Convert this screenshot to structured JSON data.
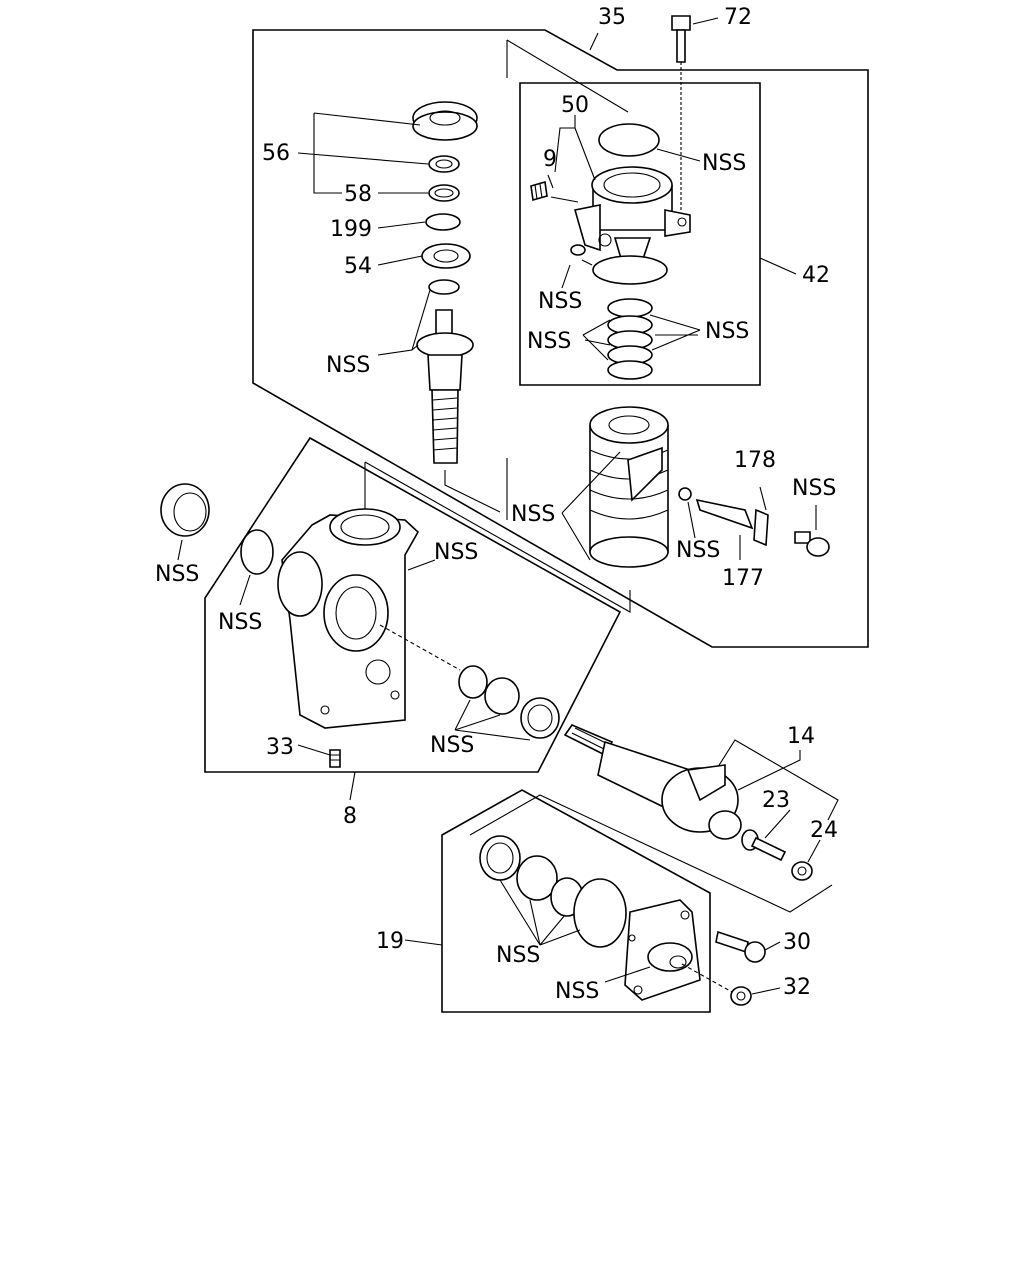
{
  "colors": {
    "ink": "#000000",
    "paper": "#ffffff"
  },
  "callouts": [
    {
      "id": "35",
      "text": "35"
    },
    {
      "id": "72",
      "text": "72"
    },
    {
      "id": "50",
      "text": "50"
    },
    {
      "id": "9",
      "text": "9"
    },
    {
      "id": "56",
      "text": "56"
    },
    {
      "id": "58",
      "text": "58"
    },
    {
      "id": "199",
      "text": "199"
    },
    {
      "id": "54",
      "text": "54"
    },
    {
      "id": "42",
      "text": "42"
    },
    {
      "id": "178",
      "text": "178"
    },
    {
      "id": "177",
      "text": "177"
    },
    {
      "id": "33",
      "text": "33"
    },
    {
      "id": "8",
      "text": "8"
    },
    {
      "id": "14",
      "text": "14"
    },
    {
      "id": "23",
      "text": "23"
    },
    {
      "id": "24",
      "text": "24"
    },
    {
      "id": "19",
      "text": "19"
    },
    {
      "id": "30",
      "text": "30"
    },
    {
      "id": "32",
      "text": "32"
    }
  ],
  "nss_label": "NSS"
}
